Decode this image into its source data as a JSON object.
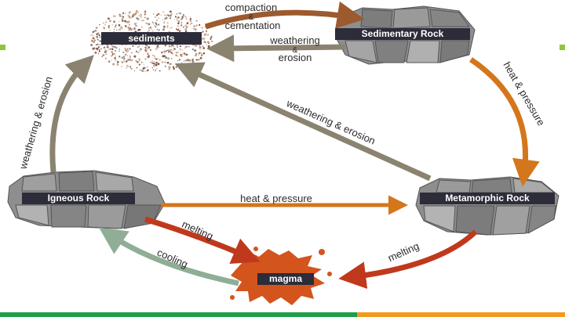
{
  "nodes": {
    "sediments": "sediments",
    "sedimentary": "Sedimentary Rock",
    "igneous": "Igneous Rock",
    "metamorphic": "Metamorphic Rock",
    "magma": "magma"
  },
  "labels": {
    "compaction_1": "compaction",
    "compaction_amp": "&",
    "compaction_2": "cementation",
    "weathering_top_1": "weathering",
    "weathering_top_amp": "&",
    "weathering_top_2": "erosion",
    "heat_pressure_right": "heat & pressure",
    "weathering_left": "weathering & erosion",
    "weathering_diagonal": "weathering & erosion",
    "heat_pressure_middle": "heat & pressure",
    "melting_left": "melting",
    "cooling": "cooling",
    "melting_right": "melting"
  },
  "colors": {
    "arrow_brown": "#9c5a2e",
    "arrow_gray": "#8a8370",
    "arrow_orange": "#d4761c",
    "arrow_red": "#c0391d",
    "arrow_green": "#8fae95",
    "node_label_bg": "#2c2c3a",
    "magma": "#d4541d",
    "sediment_dots": "#a0705a",
    "rock_gray": "#8e8e8e",
    "footer_green": "#1e9e4a",
    "footer_orange": "#f39a1e"
  }
}
